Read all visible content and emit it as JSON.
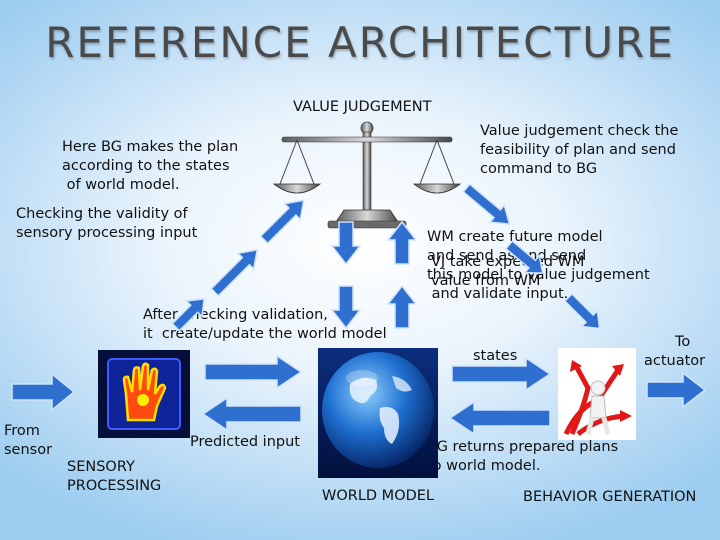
{
  "title": "REFERENCE ARCHITECTURE",
  "labels": {
    "value_judgement": "VALUE JUDGEMENT",
    "sensory_processing_line1": "SENSORY",
    "sensory_processing_line2": "PROCESSING",
    "world_model": "WORLD MODEL",
    "behavior_generation": "BEHAVIOR GENERATION",
    "from_sensor_line1": "From",
    "from_sensor_line2": "sensor",
    "to_actuator_line1": "To",
    "to_actuator_line2": "actuator",
    "states": "states",
    "predicted_input": "Predicted input"
  },
  "notes": {
    "bg_plan": [
      "Here BG makes the plan",
      "according to the states",
      " of world model."
    ],
    "checking_validity": [
      "Checking the validity of",
      "sensory processing input"
    ],
    "value_check": [
      "Value judgement check the",
      "feasibility of plan and send",
      "command to BG"
    ],
    "after_checking": [
      "After checking validation,",
      "it  create/update the world model"
    ],
    "wm_future": [
      "WM create future model",
      "and send as and send",
      "this model to value judgement",
      " and validate input."
    ],
    "vj_overlap": [
      "VJ take expected WM",
      "value from WM"
    ],
    "bg_returns": [
      "BG returns prepared plans",
      "to world model."
    ]
  },
  "colors": {
    "arrow_fill": "#2f6fd0",
    "arrow_stroke": "#cfe4fb",
    "title": "#4a4a4a"
  },
  "icons": {
    "scale": "balance-scale-icon",
    "hand": "hand-scan-icon",
    "globe": "earth-globe-icon",
    "runner": "figure-arrows-icon"
  }
}
